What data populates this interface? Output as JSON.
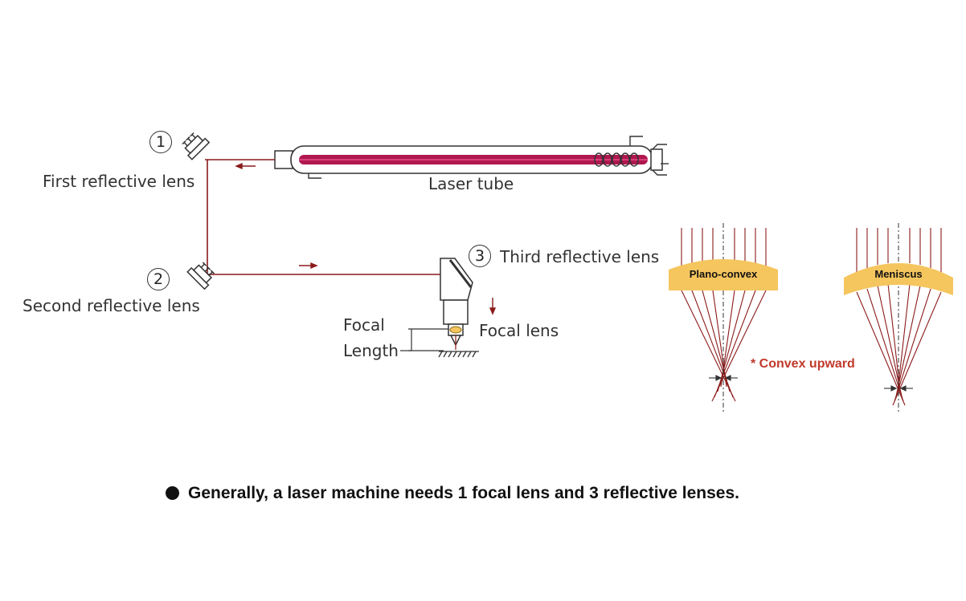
{
  "labels": {
    "first_lens": "First reflective lens",
    "second_lens": "Second reflective lens",
    "third_lens": "Third reflective lens",
    "laser_tube": "Laser tube",
    "focal_length_line1": "Focal",
    "focal_length_line2": "Length",
    "focal_lens": "Focal lens"
  },
  "numbers": {
    "n1": "1",
    "n2": "2",
    "n3": "3"
  },
  "lens_types": {
    "plano_convex": "Plano-convex",
    "meniscus": "Meniscus"
  },
  "convex_note": "* Convex upward",
  "footnote": "Generally, a laser machine needs 1 focal lens and 3 reflective lenses.",
  "colors": {
    "beam": "#8b1a1a",
    "tube_core": "#b0174f",
    "lens_fill": "#f5c55e",
    "accent_text": "#c0392b"
  }
}
